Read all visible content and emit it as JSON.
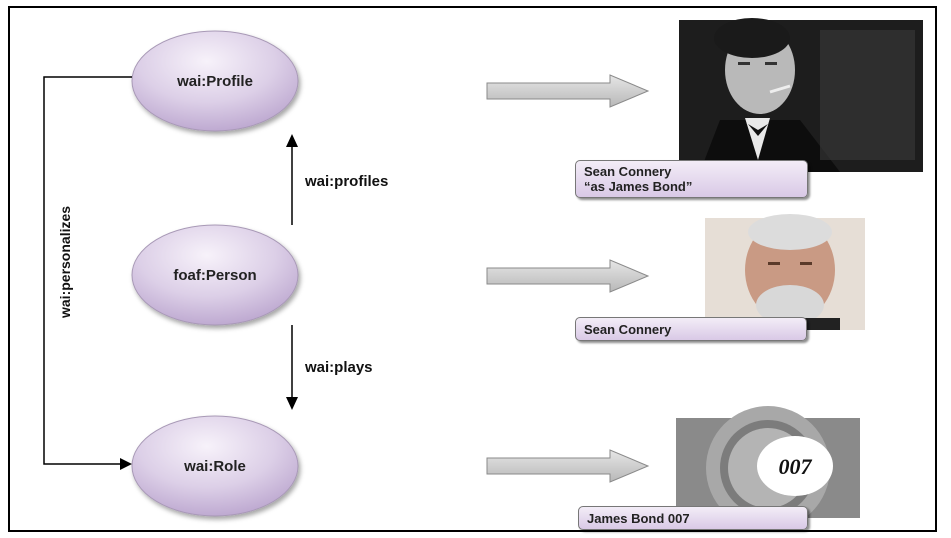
{
  "nodes": {
    "profile": "wai:Profile",
    "person": "foaf:Person",
    "role": "wai:Role"
  },
  "edges": {
    "profiles": "wai:profiles",
    "plays": "wai:plays",
    "personalizes": "wai:personalizes"
  },
  "captions": {
    "bond_profile": [
      "Sean Connery",
      "“as James Bond”"
    ],
    "person": "Sean Connery",
    "role": "James Bond 007"
  },
  "logo_text": "007",
  "colors": {
    "ellipse_light": "#f4eef8",
    "ellipse_dark": "#c4b0d6",
    "arrow_fill": "#cfcfcf",
    "arrow_stroke": "#8a8a8a"
  }
}
